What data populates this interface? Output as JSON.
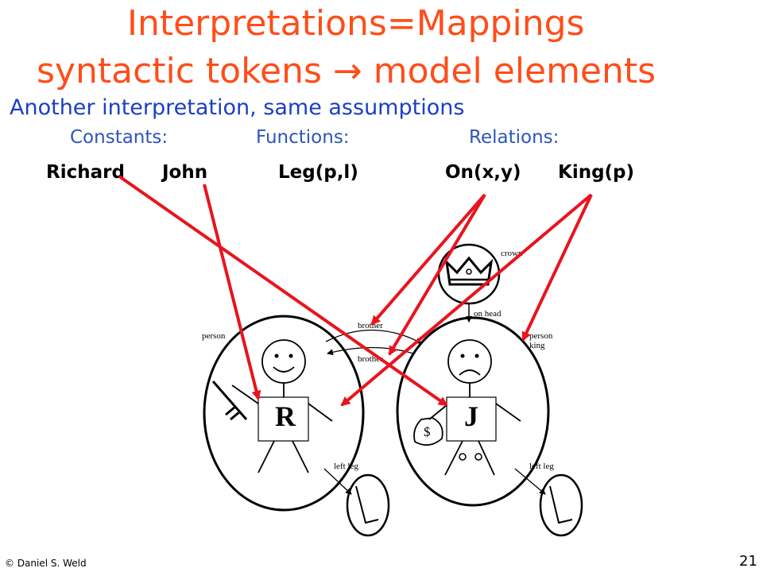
{
  "slide": {
    "title_line1": "Interpretations=Mappings",
    "title_line2": "syntactic tokens → model elements",
    "subtitle": "Another interpretation, same assumptions",
    "categories": {
      "constants": "Constants:",
      "functions": "Functions:",
      "relations": "Relations:"
    },
    "tokens": {
      "richard": "Richard",
      "john": "John",
      "leg": "Leg(p,l)",
      "on": "On(x,y)",
      "king": "King(p)"
    },
    "footer": "© Daniel S. Weld",
    "page_number": "21"
  },
  "model": {
    "person_label": "person",
    "person_king_label_1": "person",
    "person_king_label_2": "king",
    "crown_label": "crown",
    "on_head_label": "on head",
    "brother_top": "brother",
    "brother_bottom": "brother",
    "left_leg_1": "left leg",
    "left_leg_2": "left leg",
    "letter_r": "R",
    "letter_j": "J",
    "dollar": "$"
  },
  "colors": {
    "title": "#ff4d1a",
    "subtitle": "#1a3fc4",
    "category": "#2e56b8",
    "arrow": "#e8141e"
  }
}
